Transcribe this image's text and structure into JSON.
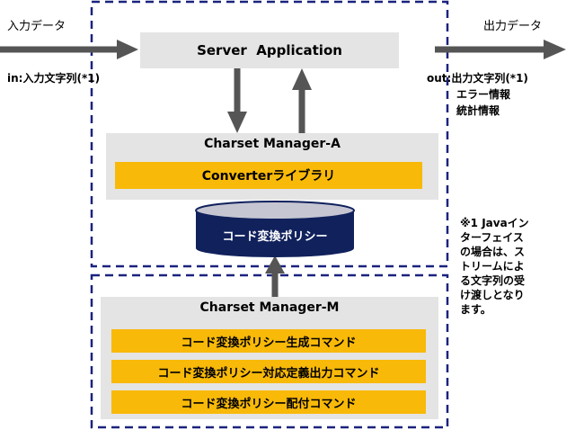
{
  "input": {
    "label": "入力データ",
    "detail": "in:入力文字列(*1)"
  },
  "output": {
    "label": "出力データ",
    "detail_line1": "out:出力文字列(*1)",
    "detail_line2": "エラー情報",
    "detail_line3": "統計情報"
  },
  "server": {
    "title": "Server  Application"
  },
  "manager_a": {
    "title": "Charset Manager-A",
    "library": "Converterライブラリ"
  },
  "policy_store": {
    "label": "コード変換ポリシー"
  },
  "manager_m": {
    "title": "Charset Manager-M",
    "commands": [
      "コード変換ポリシー生成コマンド",
      "コード変換ポリシー対応定義出力コマンド",
      "コード変換ポリシー配付コマンド"
    ]
  },
  "footnote": "※1 Javaイン\nターフェイス\nの場合は、ス\nトリームによ\nる文字列の受\nけ渡しとなり\nます。",
  "colors": {
    "arrow": "#555555",
    "border": "#1a237e",
    "accent": "#f8b909",
    "panel": "#e4e4e4",
    "cylinder": "#10215c"
  }
}
